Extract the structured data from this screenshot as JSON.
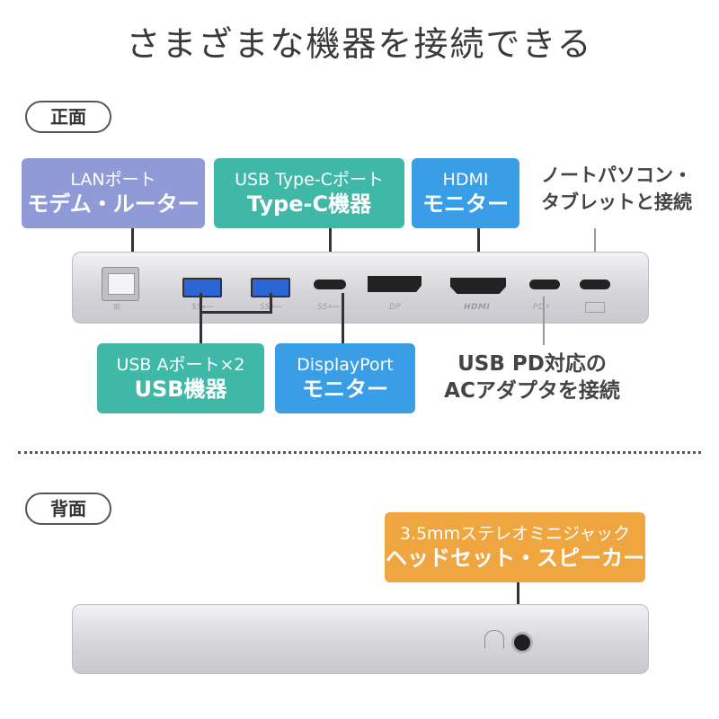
{
  "title": "さまざまな機器を接続できる",
  "front": {
    "label": "正面",
    "callouts": {
      "lan": {
        "line1": "LANポート",
        "line2": "モデム・ルーター",
        "color": "#8f9ad6"
      },
      "typec": {
        "line1": "USB Type-Cポート",
        "line2": "Type-C機器",
        "color": "#3fb8a8"
      },
      "hdmi": {
        "line1": "HDMI",
        "line2": "モニター",
        "color": "#3a9ee6"
      },
      "laptop": {
        "line1": "ノートパソコン・",
        "line2": "タブレットと接続"
      },
      "usba": {
        "line1": "USB Aポート×2",
        "line2": "USB機器",
        "color": "#3fb8a8"
      },
      "dp": {
        "line1": "DisplayPort",
        "line2": "モニター",
        "color": "#3a9ee6"
      },
      "pd": {
        "line1": "USB PD対応の",
        "line2": "ACアダプタを接続"
      }
    },
    "port_labels": {
      "ss1": "SS⟵",
      "ss2": "SS⟵",
      "ss3": "SS⟵",
      "dp": "DP",
      "hdmi": "HDMI",
      "pd": "PD⚡"
    }
  },
  "back": {
    "label": "背面",
    "callout": {
      "line1": "3.5mmステレオミニジャック",
      "line2": "ヘッドセット・スピーカー",
      "color": "#f0a640"
    }
  }
}
